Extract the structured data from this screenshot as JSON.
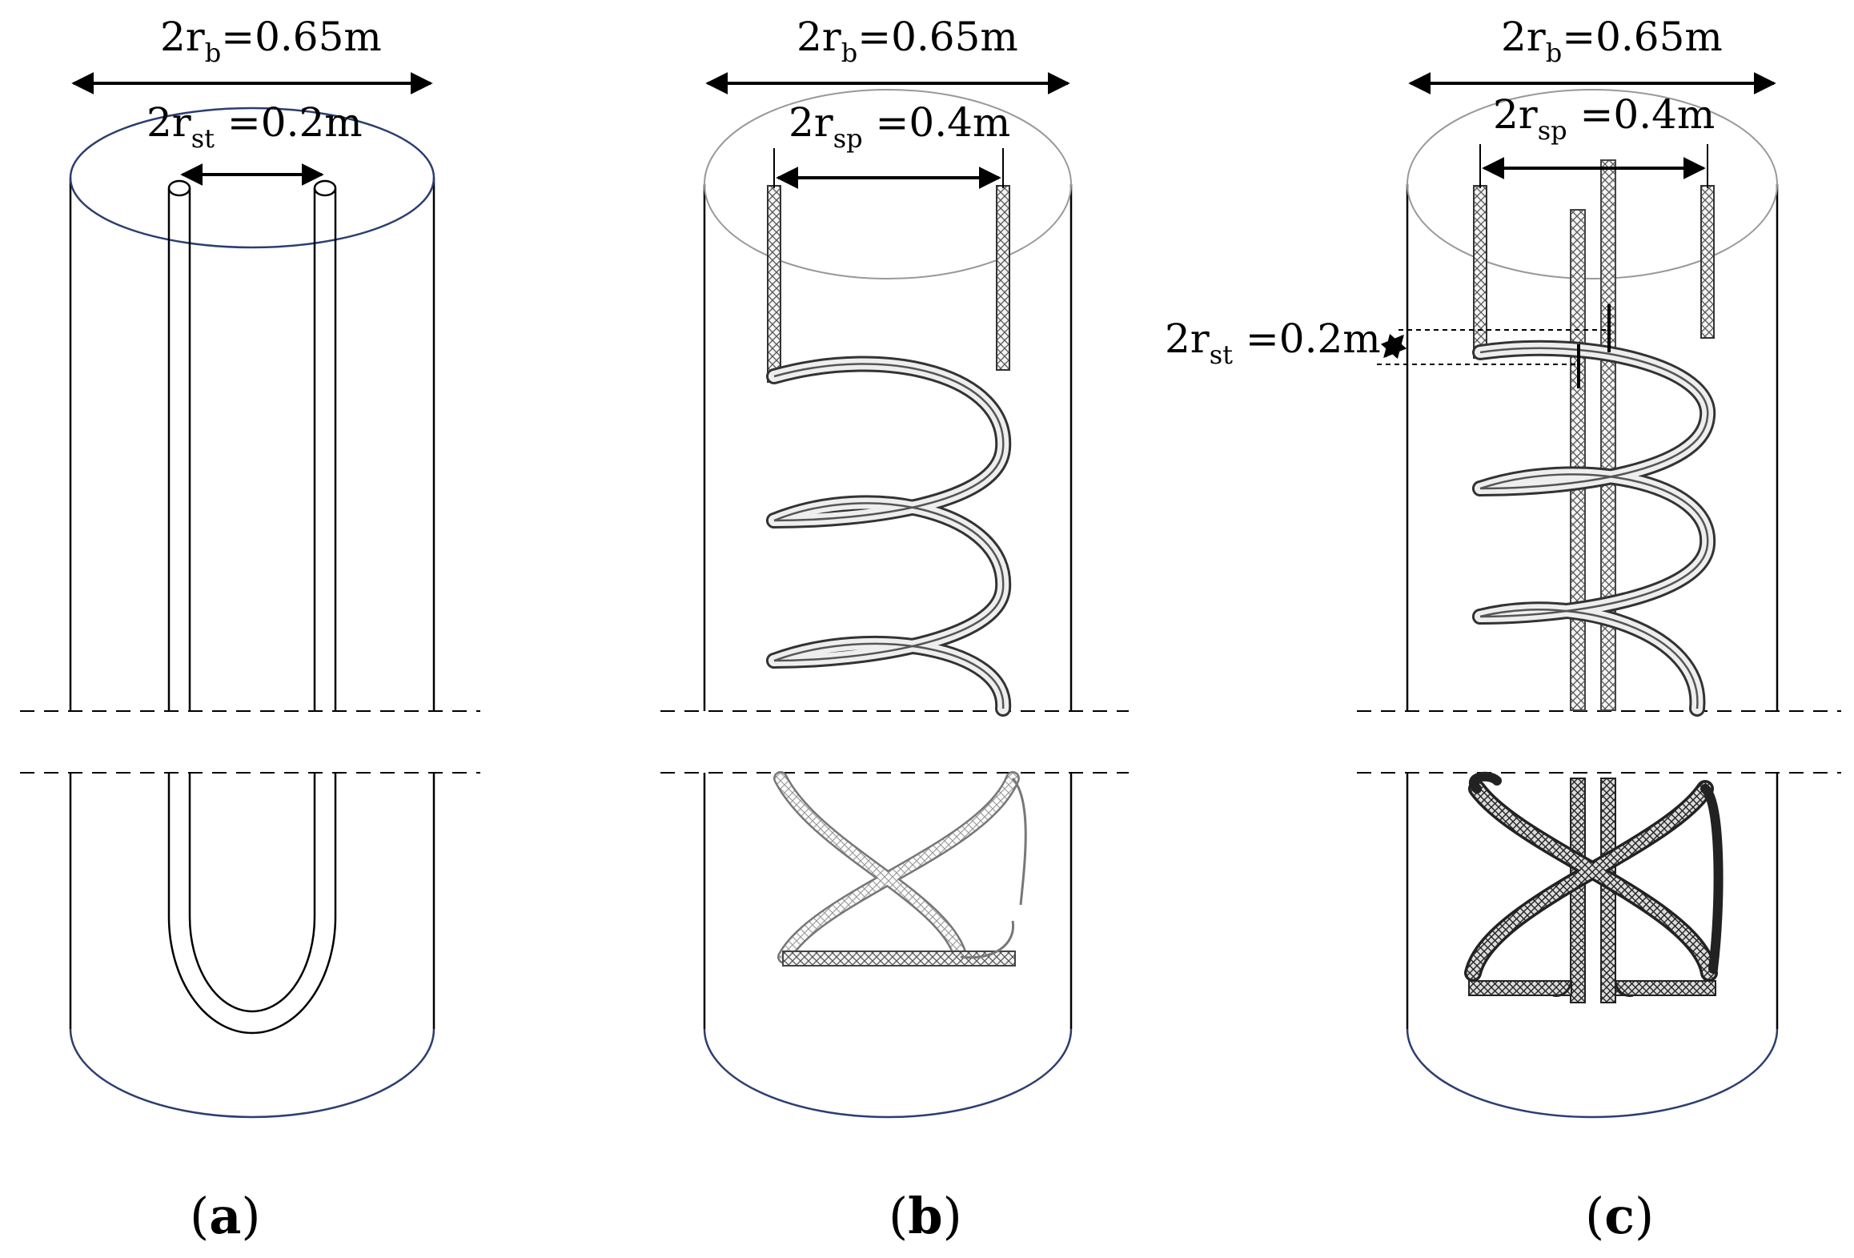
{
  "panels": [
    {
      "id": "a",
      "caption": {
        "open": "(",
        "letter": "a",
        "close": ")"
      },
      "dims": [
        {
          "pre": "2r",
          "sub": "b",
          "post": "=0.65m"
        },
        {
          "pre": "2r",
          "sub": "st",
          "post": " =0.2m"
        }
      ]
    },
    {
      "id": "b",
      "caption": {
        "open": "(",
        "letter": "b",
        "close": ")"
      },
      "dims": [
        {
          "pre": "2r",
          "sub": "b",
          "post": "=0.65m"
        },
        {
          "pre": "2r",
          "sub": "sp",
          "post": " =0.4m"
        }
      ]
    },
    {
      "id": "c",
      "caption": {
        "open": "(",
        "letter": "c",
        "close": ")"
      },
      "dims": [
        {
          "pre": "2r",
          "sub": "b",
          "post": "=0.65m"
        },
        {
          "pre": "2r",
          "sub": "sp",
          "post": " =0.4m"
        },
        {
          "pre": "2r",
          "sub": "st",
          "post": " =0.2m"
        }
      ]
    }
  ],
  "colors": {
    "borehole": "#2c3e70",
    "line": "#000000",
    "pipe_mesh": "#3a3a3a",
    "pipe_mesh_light": "#8a8a8a"
  }
}
